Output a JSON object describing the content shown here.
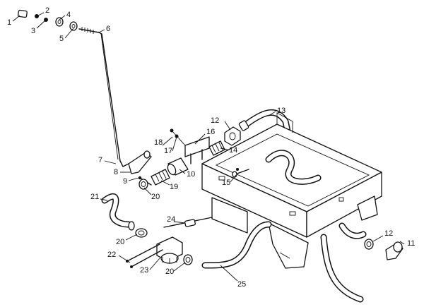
{
  "callouts": [
    {
      "n": "1"
    },
    {
      "n": "2"
    },
    {
      "n": "3"
    },
    {
      "n": "4"
    },
    {
      "n": "5"
    },
    {
      "n": "6"
    },
    {
      "n": "7"
    },
    {
      "n": "8"
    },
    {
      "n": "9"
    },
    {
      "n": "10"
    },
    {
      "n": "11"
    },
    {
      "n": "12"
    },
    {
      "n": "13"
    },
    {
      "n": "14"
    },
    {
      "n": "15"
    },
    {
      "n": "16"
    },
    {
      "n": "17"
    },
    {
      "n": "18"
    },
    {
      "n": "19"
    },
    {
      "n": "20"
    },
    {
      "n": "21"
    },
    {
      "n": "22"
    },
    {
      "n": "23"
    },
    {
      "n": "24"
    },
    {
      "n": "25"
    }
  ],
  "callouts_repeat": {
    "part12_right": "12",
    "part20_mid": "20",
    "part20_left": "20",
    "part20_bottom": "20"
  }
}
